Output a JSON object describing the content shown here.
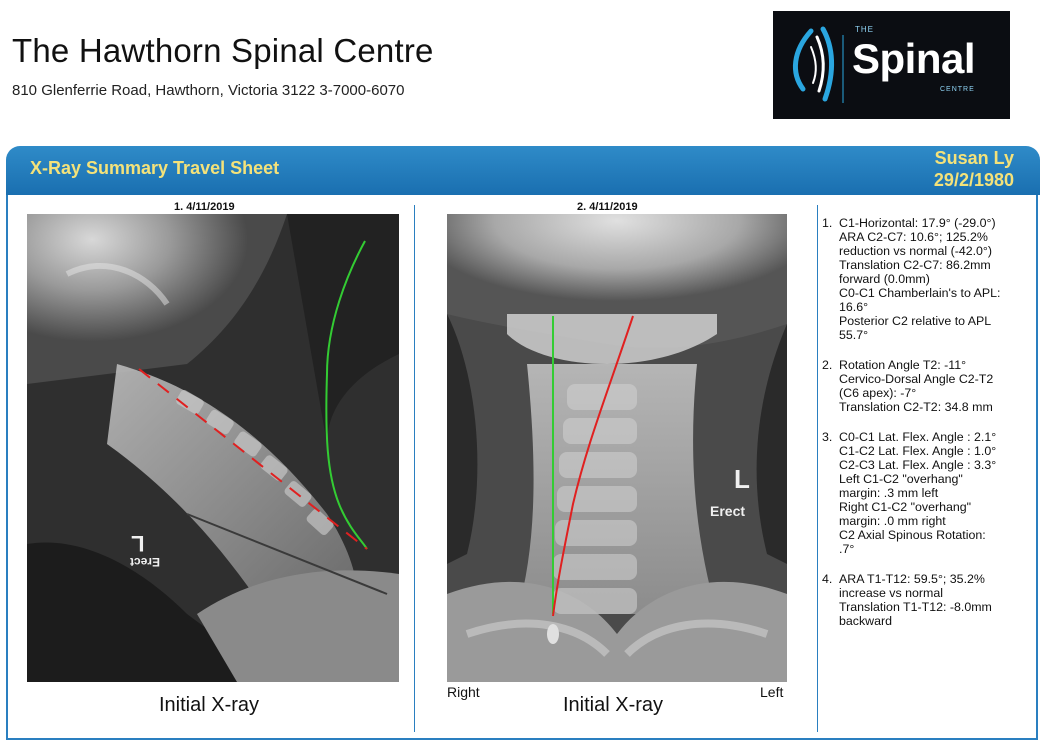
{
  "header": {
    "clinic_name": "The Hawthorn Spinal Centre",
    "address": "810 Glenferrie Road, Hawthorn, Victoria 3122 3-7000-6070"
  },
  "logo": {
    "small_top": "THE",
    "word": "Spinal",
    "small_bottom": "CENTRE"
  },
  "banner": {
    "title": "X-Ray Summary Travel Sheet",
    "patient_name": "Susan Ly",
    "patient_dob": "29/2/1980"
  },
  "panels": [
    {
      "date_label": "1. 4/11/2019",
      "caption": "Initial X-ray",
      "marker_letter": "L",
      "marker_word": "Erect"
    },
    {
      "date_label": "2. 4/11/2019",
      "caption": "Initial X-ray",
      "left_side_label": "Right",
      "right_side_label": "Left",
      "marker_letter": "L",
      "marker_word": "Erect"
    }
  ],
  "findings": [
    {
      "number": "1.",
      "lines": [
        "C1-Horizontal: 17.9° (-29.0°)",
        "ARA C2-C7: 10.6°; 125.2%",
        "reduction vs normal (-42.0°)",
        "Translation C2-C7: 86.2mm",
        "forward (0.0mm)",
        "C0-C1 Chamberlain's to APL:",
        "16.6°",
        "Posterior C2 relative to APL",
        "55.7°"
      ]
    },
    {
      "number": "2.",
      "lines": [
        "Rotation Angle T2: -11°",
        "Cervico-Dorsal Angle C2-T2",
        "(C6 apex): -7°",
        "Translation C2-T2: 34.8 mm"
      ]
    },
    {
      "number": "3.",
      "lines": [
        "C0-C1 Lat. Flex. Angle : 2.1°",
        "C1-C2 Lat. Flex. Angle : 1.0°",
        "C2-C3 Lat. Flex. Angle : 3.3°",
        "Left C1-C2 \"overhang\"",
        "margin: .3 mm left",
        "Right C1-C2 \"overhang\"",
        "margin: .0 mm right",
        "C2 Axial Spinous Rotation:",
        ".7°"
      ]
    },
    {
      "number": "4.",
      "lines": [
        "ARA T1-T12: 59.5°; 35.2%",
        "increase vs normal",
        "Translation T1-T12: -8.0mm",
        "backward"
      ]
    }
  ],
  "colors": {
    "banner_blue": "#1f78b8",
    "banner_text": "#f4e27a",
    "line_green": "#33cc33",
    "line_red": "#e02020"
  }
}
